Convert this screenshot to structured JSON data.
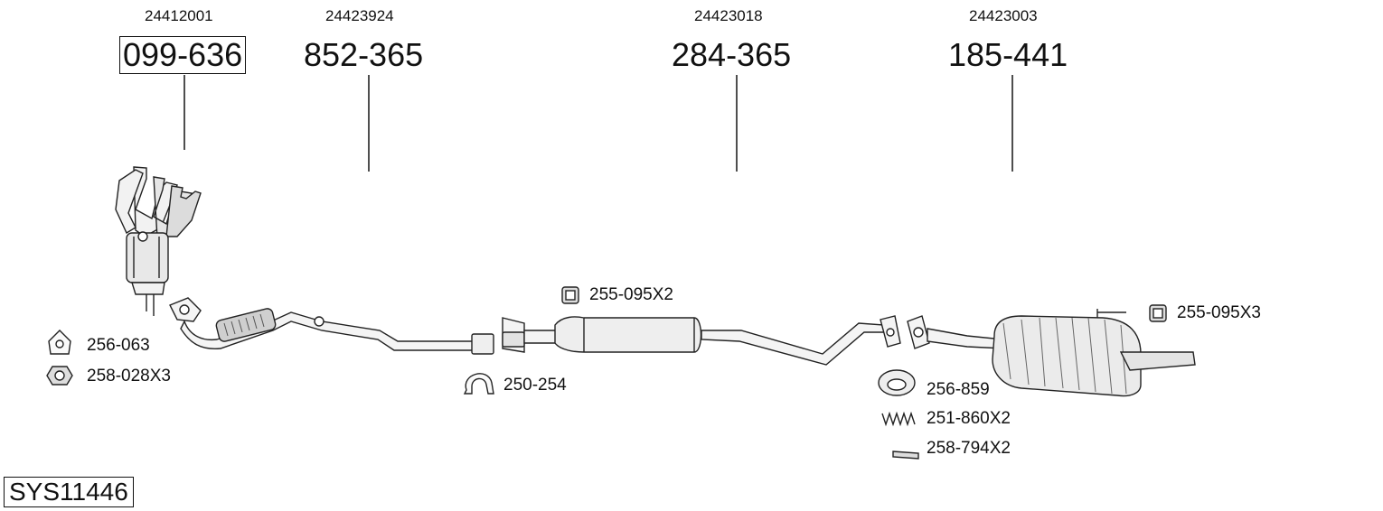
{
  "main_parts": [
    {
      "oem": "24412001",
      "number": "099-636",
      "boxed": true
    },
    {
      "oem": "24423924",
      "number": "852-365",
      "boxed": false
    },
    {
      "oem": "24423018",
      "number": "284-365",
      "boxed": false
    },
    {
      "oem": "24423003",
      "number": "185-441",
      "boxed": false
    }
  ],
  "accessories": [
    {
      "label": "256-063",
      "icon": "gasket-triangle-icon"
    },
    {
      "label": "258-028X3",
      "icon": "hex-nut-icon"
    },
    {
      "label": "250-254",
      "icon": "clamp-icon"
    },
    {
      "label": "255-095X2",
      "icon": "rubber-mount-icon"
    },
    {
      "label": "255-095X3",
      "icon": "rubber-mount-icon"
    },
    {
      "label": "256-859",
      "icon": "ring-gasket-icon"
    },
    {
      "label": "251-860X2",
      "icon": "spring-icon"
    },
    {
      "label": "258-794X2",
      "icon": "bolt-icon"
    }
  ],
  "system_id": "SYS11446"
}
